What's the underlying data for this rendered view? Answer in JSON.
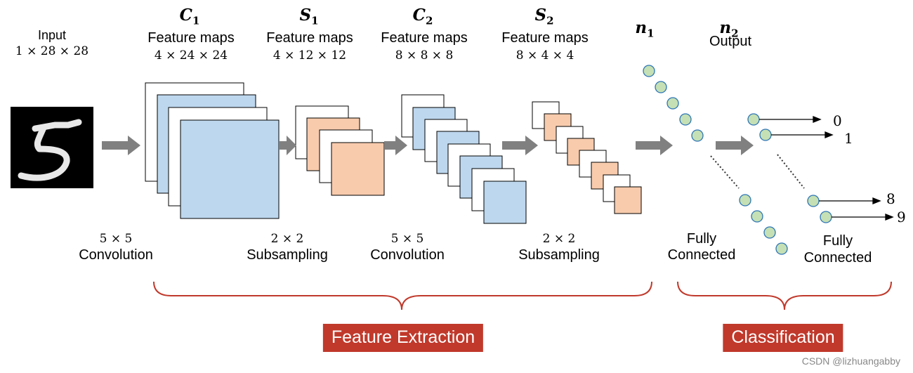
{
  "input": {
    "title": "Input",
    "dims": "1 × 28 × 28"
  },
  "layers": {
    "c1": {
      "symbol": "C",
      "sub": "1",
      "name": "Feature maps",
      "dims": "4 × 24 × 24"
    },
    "s1": {
      "symbol": "S",
      "sub": "1",
      "name": "Feature maps",
      "dims": "4 × 12 × 12"
    },
    "c2": {
      "symbol": "C",
      "sub": "2",
      "name": "Feature maps",
      "dims": "8 × 8 × 8"
    },
    "s2": {
      "symbol": "S",
      "sub": "2",
      "name": "Feature maps",
      "dims": "8 × 4 × 4"
    },
    "n1": {
      "symbol": "n",
      "sub": "1"
    },
    "n2": {
      "symbol": "n",
      "sub": "2",
      "name": "Output"
    }
  },
  "operations": {
    "conv1": {
      "size": "5 × 5",
      "name": "Convolution"
    },
    "sub1": {
      "size": "2 × 2",
      "name": "Subsampling"
    },
    "conv2": {
      "size": "5 × 5",
      "name": "Convolution"
    },
    "sub2": {
      "size": "2 × 2",
      "name": "Subsampling"
    },
    "fc1": {
      "line1": "Fully",
      "line2": "Connected"
    },
    "fc2": {
      "line1": "Fully",
      "line2": "Connected"
    }
  },
  "outputs": [
    "0",
    "1",
    "8",
    "9"
  ],
  "sections": {
    "extraction": "Feature Extraction",
    "classification": "Classification"
  },
  "watermark": "CSDN @lizhuangabby",
  "colors": {
    "conv_map": "#bdd7ee",
    "pool_map": "#f8cbad",
    "neuron": "#c5e0b4",
    "neuron_stroke": "#2e75b6",
    "arrow": "#808080",
    "brace": "#c0392b",
    "badge": "#c0392b"
  }
}
